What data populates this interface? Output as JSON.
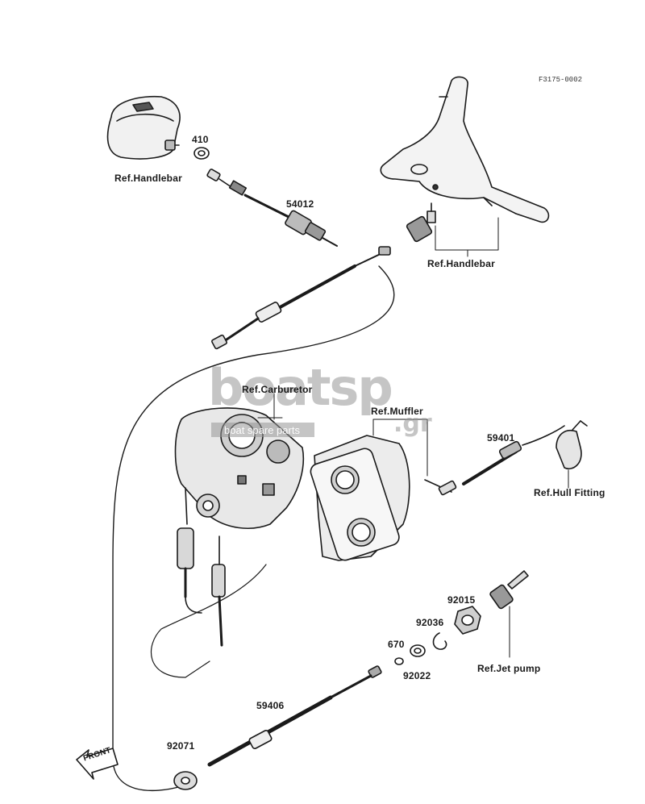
{
  "figure_code": "F3175-0002",
  "labels": {
    "ref_handlebar_left": "Ref.Handlebar",
    "ref_handlebar_right": "Ref.Handlebar",
    "ref_carburetor": "Ref.Carburetor",
    "ref_muffler": "Ref.Muffler",
    "ref_hull_fitting": "Ref.Hull Fitting",
    "ref_jet_pump": "Ref.Jet pump"
  },
  "parts": {
    "p410": "410",
    "p54012": "54012",
    "p59401": "59401",
    "p92015": "92015",
    "p92036": "92036",
    "p670": "670",
    "p92022": "92022",
    "p59406": "59406",
    "p92071": "92071"
  },
  "front_arrow": "FRONT",
  "watermark": {
    "brand_a": "boat",
    "brand_b": "sp",
    "tld": ".gr",
    "tagline": "boat spare parts"
  }
}
